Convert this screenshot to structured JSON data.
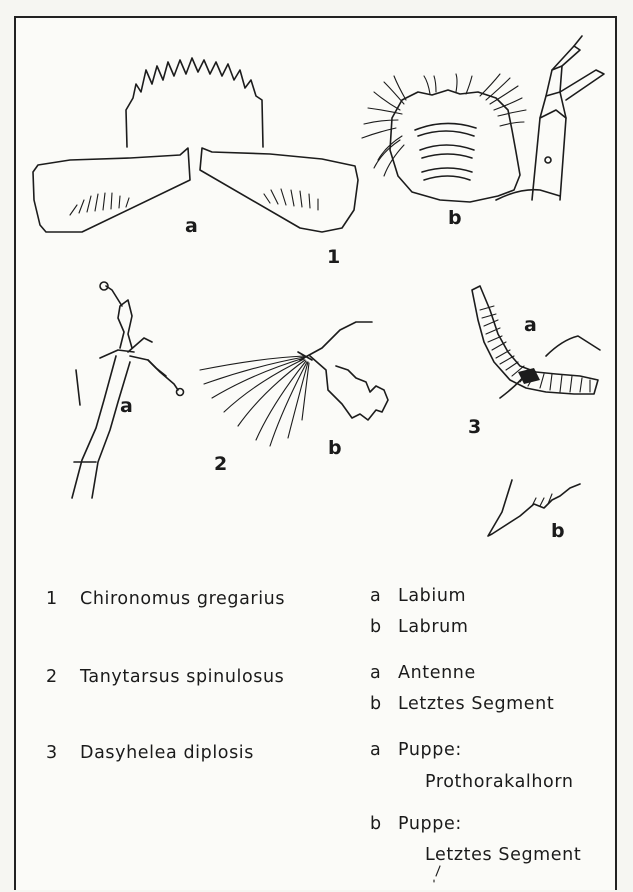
{
  "figure_labels": {
    "fig1_a": "a",
    "fig1_b": "b",
    "fig1_number": "1",
    "fig2_a": "a",
    "fig2_b": "b",
    "fig2_number": "2",
    "fig3_a": "a",
    "fig3_b": "b",
    "fig3_number": "3"
  },
  "legend": [
    {
      "number": "1",
      "species": "Chironomus gregarius",
      "parts": [
        {
          "letter": "a",
          "text": "Labium"
        },
        {
          "letter": "b",
          "text": "Labrum"
        }
      ]
    },
    {
      "number": "2",
      "species": "Tanytarsus spinulosus",
      "parts": [
        {
          "letter": "a",
          "text": "Antenne"
        },
        {
          "letter": "b",
          "text": "Letztes Segment"
        }
      ]
    },
    {
      "number": "3",
      "species": "Dasyhelea diplosis",
      "parts": [
        {
          "letter": "a",
          "text": "Puppe:",
          "text2": "Prothorakalhorn"
        },
        {
          "letter": "b",
          "text": "Puppe:",
          "text2": "Letztes Segment"
        }
      ]
    }
  ],
  "colors": {
    "ink": "#1c1c1c",
    "paper": "#fbfbf8"
  }
}
